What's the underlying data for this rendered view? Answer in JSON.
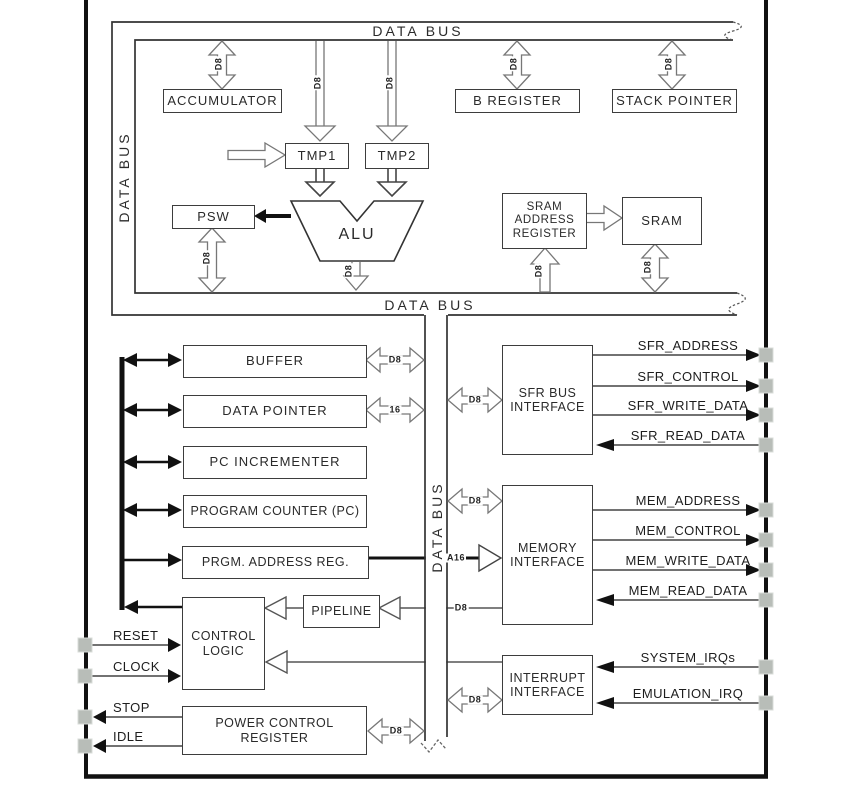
{
  "diagram": {
    "buses": {
      "top": "DATA BUS",
      "left": "DATA BUS",
      "middle": "DATA BUS",
      "center": "DATA BUS"
    },
    "blocks": {
      "accumulator": "ACCUMULATOR",
      "b_register": "B REGISTER",
      "stack_pointer": "STACK POINTER",
      "tmp1": "TMP1",
      "tmp2": "TMP2",
      "psw": "PSW",
      "alu": "ALU",
      "sram_address_register": "SRAM ADDRESS REGISTER",
      "sram": "SRAM",
      "buffer": "BUFFER",
      "data_pointer": "DATA POINTER",
      "pc_incrementer": "PC INCREMENTER",
      "program_counter": "PROGRAM COUNTER (PC)",
      "prgm_address_reg": "PRGM. ADDRESS REG.",
      "control_logic": "CONTROL LOGIC",
      "pipeline": "PIPELINE",
      "power_control_register": "POWER CONTROL REGISTER",
      "sfr_bus_interface": "SFR BUS INTERFACE",
      "memory_interface": "MEMORY INTERFACE",
      "interrupt_interface": "INTERRUPT INTERFACE"
    },
    "bus_labels": {
      "accumulator": "D8",
      "b_register": "D8",
      "stack_pointer": "D8",
      "tmp1": "D8",
      "tmp2": "D8",
      "psw": "D8",
      "alu_out": "D8",
      "sram_addr_in": "D8",
      "sram": "D8",
      "buffer": "D8",
      "data_pointer": "16",
      "sfr": "D8",
      "memory": "D8",
      "prgm_address": "A16",
      "pipeline_fetch": "D8",
      "interrupt": "D8",
      "power_control": "D8"
    },
    "signals": {
      "right": [
        "SFR_ADDRESS",
        "SFR_CONTROL",
        "SFR_WRITE_DATA",
        "SFR_READ_DATA",
        "MEM_ADDRESS",
        "MEM_CONTROL",
        "MEM_WRITE_DATA",
        "MEM_READ_DATA",
        "SYSTEM_IRQs",
        "EMULATION_IRQ"
      ],
      "left": [
        "RESET",
        "CLOCK",
        "STOP",
        "IDLE"
      ]
    },
    "colors": {
      "pad": "#b8bdb8",
      "line": "#444444",
      "block_border": "#3d3d3d"
    }
  }
}
